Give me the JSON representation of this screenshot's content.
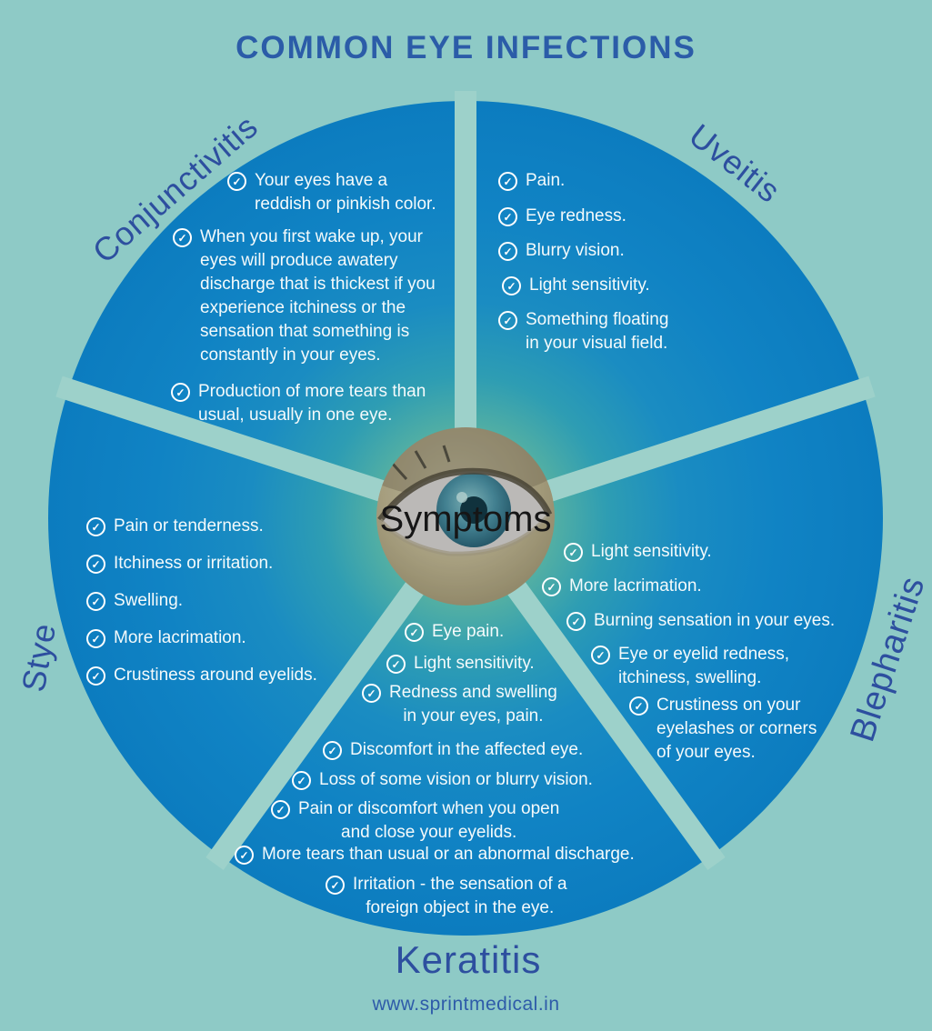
{
  "title": "COMMON EYE INFECTIONS",
  "center": {
    "label": "Symptoms"
  },
  "footer": {
    "website": "www.sprintmedical.in"
  },
  "icons": {
    "check": "✓"
  },
  "colors": {
    "background": "#8ecac6",
    "sector_blue_outer": "#0d7ec2",
    "sector_teal_center": "#8fc8a5",
    "divider": "#9dd1ca",
    "title_blue": "#2b5ca8",
    "label_blue": "#2d4f9f",
    "symptom_text": "#f4fafb",
    "center_label_text": "#161616"
  },
  "sections": {
    "conjunctivitis": {
      "label": "Conjunctivitis",
      "items": [
        "Your eyes have a\nreddish or pinkish color.",
        "When you first wake up, your\neyes will produce awatery\ndischarge that is thickest if you\nexperience itchiness or the\nsensation that something is\nconstantly in your eyes.",
        "Production of more tears than\nusual, usually in one eye."
      ]
    },
    "uveitis": {
      "label": "Uveitis",
      "items": [
        "Pain.",
        "Eye redness.",
        "Blurry vision.",
        "Light sensitivity.",
        "Something floating\nin your visual field."
      ]
    },
    "blepharitis": {
      "label": "Blepharitis",
      "items": [
        "Light sensitivity.",
        "More lacrimation.",
        "Burning sensation in your eyes.",
        "Eye or eyelid redness,\nitchiness, swelling.",
        "Crustiness on your\neyelashes or corners\nof your eyes."
      ]
    },
    "keratitis": {
      "label": "Keratitis",
      "items": [
        "Eye pain.",
        "Light sensitivity.",
        "Redness and swelling\nin your eyes, pain.",
        "Discomfort in the affected eye.",
        "Loss of some vision or blurry vision.",
        "Pain or discomfort when you open\nand close your eyelids.",
        "More tears than usual or an abnormal discharge.",
        "Irritation - the sensation of a\nforeign object in the eye."
      ]
    },
    "stye": {
      "label": "Stye",
      "items": [
        "Pain or tenderness.",
        "Itchiness or irritation.",
        "Swelling.",
        "More lacrimation.",
        "Crustiness around eyelids."
      ]
    }
  }
}
